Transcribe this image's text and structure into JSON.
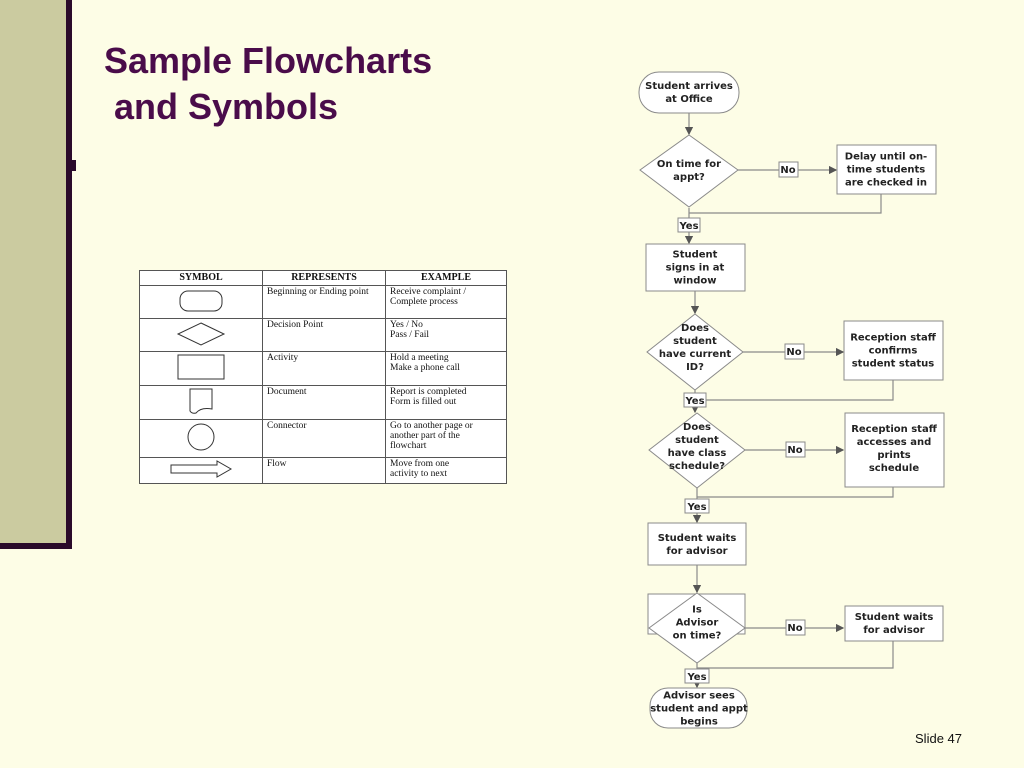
{
  "slide": {
    "title_line1": "Sample Flowcharts",
    "title_line2": "and Symbols",
    "slide_number": "Slide 47"
  },
  "symbol_table": {
    "headers": [
      "SYMBOL",
      "REPRESENTS",
      "EXAMPLE"
    ],
    "rows": [
      {
        "symbol": "rounded-rectangle-icon",
        "represents": "Beginning or Ending point",
        "example": "Receive complaint /\nComplete process"
      },
      {
        "symbol": "diamond-icon",
        "represents": "Decision Point",
        "example": "Yes / No\nPass / Fail"
      },
      {
        "symbol": "rectangle-icon",
        "represents": "Activity",
        "example": "Hold a meeting\nMake a phone call"
      },
      {
        "symbol": "document-icon",
        "represents": "Document",
        "example": "Report is completed\nForm is filled out"
      },
      {
        "symbol": "circle-icon",
        "represents": "Connector",
        "example": "Go to another page or\nanother part of the\nflowchart"
      },
      {
        "symbol": "arrow-icon",
        "represents": "Flow",
        "example": "Move from one\nactivity to next"
      }
    ]
  },
  "flowchart": {
    "start": "Student arrives\nat Office",
    "decision1": "On time for\nappt?",
    "decision1_no_action": "Delay until on-\ntime students\nare checked in",
    "step_signin": "Student\nsigns in at\nwindow",
    "decision2": "Does\nstudent\nhave current\nID?",
    "decision2_no_action": "Reception staff\nconfirms\nstudent status",
    "decision3": "Does\nstudent\nhave class\nschedule?",
    "decision3_no_action": "Reception staff\naccesses and\nprints\nschedule",
    "step_wait": "Student waits\nfor advisor",
    "decision4": "Is\nAdvisor\non time?",
    "decision4_no_action": "Student waits\nfor advisor",
    "end": "Advisor sees\nstudent and appt\nbegins",
    "yes_label": "Yes",
    "no_label": "No"
  },
  "colors": {
    "background": "#fdfde6",
    "title": "#4a0c4a",
    "sidebar": "#cbcba0",
    "sidebar_border": "#2a0a2a",
    "flow_stroke": "#8a8a8a"
  }
}
